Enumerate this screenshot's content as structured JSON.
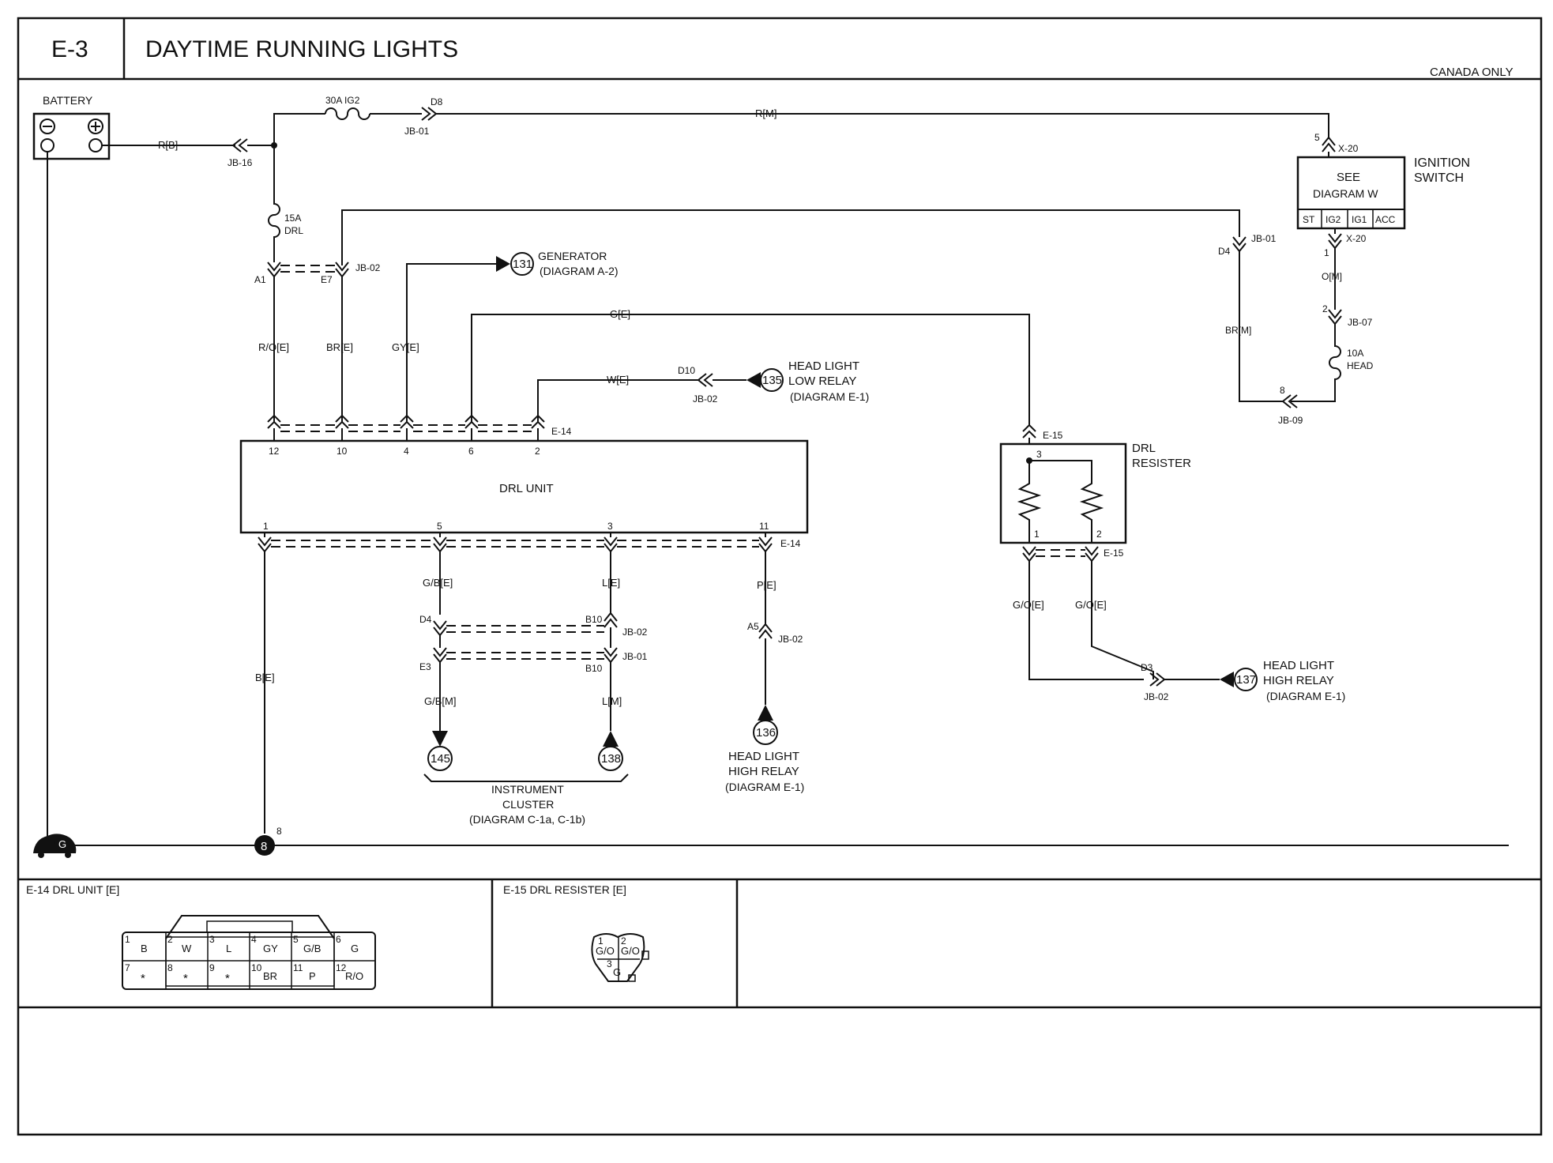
{
  "header": {
    "code": "E-3",
    "title": "DAYTIME RUNNING LIGHTS",
    "note": "CANADA ONLY"
  },
  "battery": {
    "label": "BATTERY",
    "wire": "R[B]",
    "jb": "JB-16"
  },
  "top": {
    "fuse": "30A IG2",
    "conn_pin": "D8",
    "conn": "JB-01",
    "wire": "R[M]"
  },
  "drl_fuse": {
    "rating": "15A",
    "name": "DRL",
    "pin_a": "A1",
    "pin_b": "E7",
    "conn": "JB-02"
  },
  "ignition": {
    "pin_top": "5",
    "conn_top": "X-20",
    "see": "SEE",
    "diagram": "DIAGRAM W",
    "name_1": "IGNITION",
    "name_2": "SWITCH",
    "terminals": [
      "ST",
      "IG2",
      "IG1",
      "ACC"
    ],
    "pin_bottom": "1",
    "conn_bottom": "X-20",
    "wire": "O[M]",
    "pin_jb07": "2",
    "jb07": "JB-07",
    "fuse_rating": "10A",
    "fuse_name": "HEAD",
    "pin_jb09": "8",
    "jb09": "JB-09"
  },
  "br_right": {
    "pin": "D4",
    "conn": "JB-01",
    "wire": "BR[M]"
  },
  "generator": {
    "ref": "131",
    "name": "GENERATOR",
    "diagram": "(DIAGRAM A-2)"
  },
  "hl_low": {
    "ref": "135",
    "name_1": "HEAD LIGHT",
    "name_2": "LOW RELAY",
    "diagram": "(DIAGRAM E-1)",
    "pin": "D10",
    "conn": "JB-02"
  },
  "drl_unit": {
    "name": "DRL UNIT",
    "top_pins": [
      "12",
      "10",
      "4",
      "6",
      "2"
    ],
    "top_conn": "E-14",
    "top_wires": [
      "R/O[E]",
      "BR[E]",
      "GY[E]",
      "G[E]",
      "W[E]"
    ],
    "bottom_pins": [
      "1",
      "5",
      "3",
      "11"
    ],
    "bottom_conn": "E-14",
    "bottom_wires": [
      "B[E]",
      "G/B[E]",
      "L[E]",
      "P[E]"
    ]
  },
  "cluster": {
    "pin_d4": "D4",
    "pin_e3": "E3",
    "pin_b10a": "B10",
    "pin_b10b": "B10",
    "jb02": "JB-02",
    "jb01": "JB-01",
    "wire_gb_m": "G/B[M]",
    "wire_l_m": "L[M]",
    "ref_a": "145",
    "ref_b": "138",
    "name_1": "INSTRUMENT",
    "name_2": "CLUSTER",
    "diagram": "(DIAGRAM C-1a, C-1b)"
  },
  "hl_high_left": {
    "pin": "A5",
    "conn": "JB-02",
    "ref": "136",
    "name_1": "HEAD LIGHT",
    "name_2": "HIGH RELAY",
    "diagram": "(DIAGRAM E-1)"
  },
  "resister": {
    "top_conn": "E-15",
    "top_pin": "3",
    "name_1": "DRL",
    "name_2": "RESISTER",
    "pins": [
      "1",
      "2"
    ],
    "bottom_conn": "E-15",
    "wires": [
      "G/O[E]",
      "G/O[E]"
    ],
    "d3": "D3",
    "jb": "JB-02"
  },
  "hl_high_right": {
    "ref": "137",
    "name_1": "HEAD LIGHT",
    "name_2": "HIGH RELAY",
    "diagram": "(DIAGRAM E-1)"
  },
  "ground": {
    "g": "G",
    "ref": "8",
    "num": "8"
  },
  "connectors": {
    "e14_title": "E-14 DRL UNIT [E]",
    "e14_cells": [
      {
        "n": "1",
        "c": "B"
      },
      {
        "n": "2",
        "c": "W"
      },
      {
        "n": "3",
        "c": "L"
      },
      {
        "n": "4",
        "c": "GY"
      },
      {
        "n": "5",
        "c": "G/B"
      },
      {
        "n": "6",
        "c": "G"
      },
      {
        "n": "7",
        "c": "*"
      },
      {
        "n": "8",
        "c": "*"
      },
      {
        "n": "9",
        "c": "*"
      },
      {
        "n": "10",
        "c": "BR"
      },
      {
        "n": "11",
        "c": "P"
      },
      {
        "n": "12",
        "c": "R/O"
      }
    ],
    "e15_title": "E-15 DRL RESISTER [E]",
    "e15_cells": [
      {
        "n": "1",
        "c": "G/O"
      },
      {
        "n": "2",
        "c": "G/O"
      },
      {
        "n": "3",
        "c": "G"
      }
    ]
  }
}
